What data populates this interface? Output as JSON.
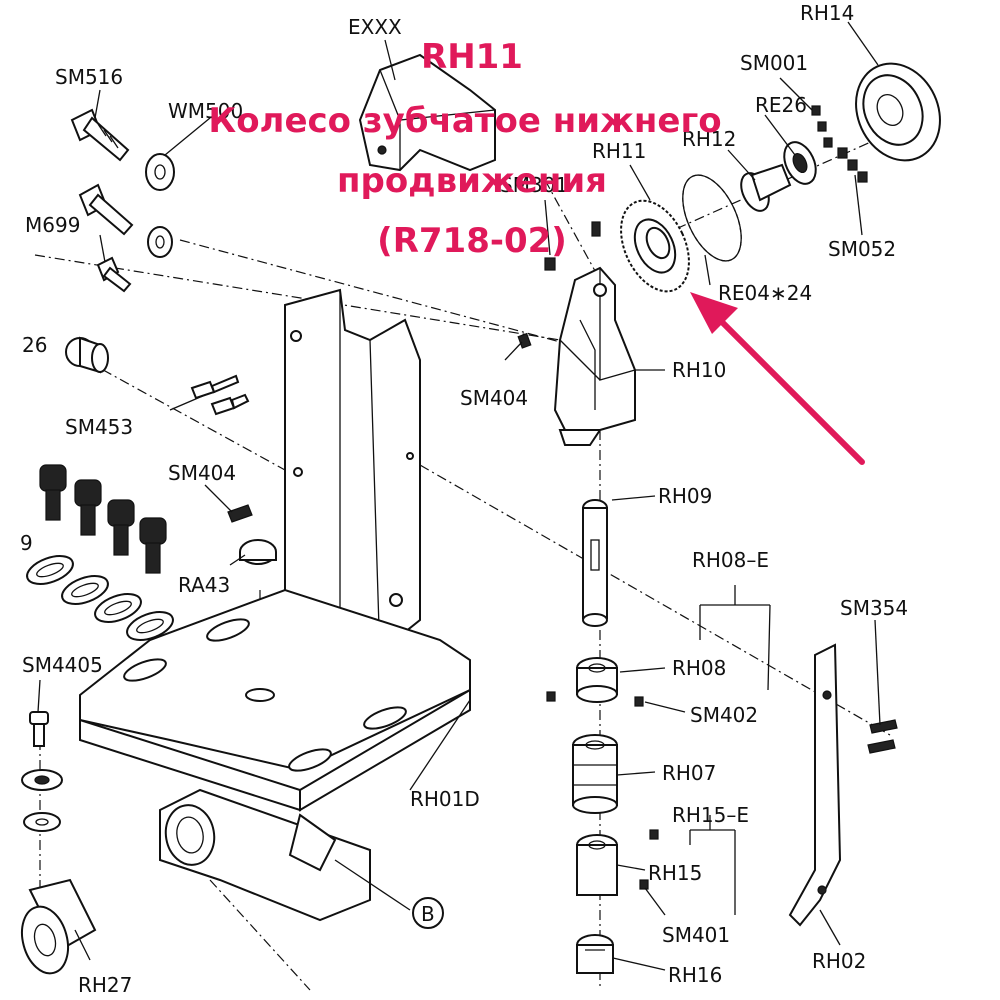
{
  "header": {
    "code": "RH11",
    "name_line1": "Колесо зубчатое нижнего",
    "name_line2": "продвижения",
    "model": "(R718-02)"
  },
  "highlight_color": "#e0195a",
  "labels": {
    "exxx": "EXXX",
    "rh14": "RH14",
    "sm001": "SM001",
    "sm516": "SM516",
    "wm500": "WM500",
    "re26": "RE26",
    "rh12": "RH12",
    "rh11": "RH11",
    "sm301": "SM301",
    "m699": "M699",
    "sm052": "SM052",
    "re04": "RE04∗24",
    "e26": "26",
    "rh10": "RH10",
    "sm404a": "SM404",
    "sm453": "SM453",
    "sm404b": "SM404",
    "rh09": "RH09",
    "ra43": "RA43",
    "rh08e": "RH08–E",
    "sm354": "SM354",
    "rh08": "RH08",
    "sm4405": "SM4405",
    "sm402": "SM402",
    "rh07": "RH07",
    "rh01d": "RH01D",
    "rh15e": "RH15–E",
    "rh15": "RH15",
    "b": "B",
    "sm401": "SM401",
    "rh02": "RH02",
    "rh16": "RH16",
    "rh27": "RH27",
    "cut9": "9"
  }
}
